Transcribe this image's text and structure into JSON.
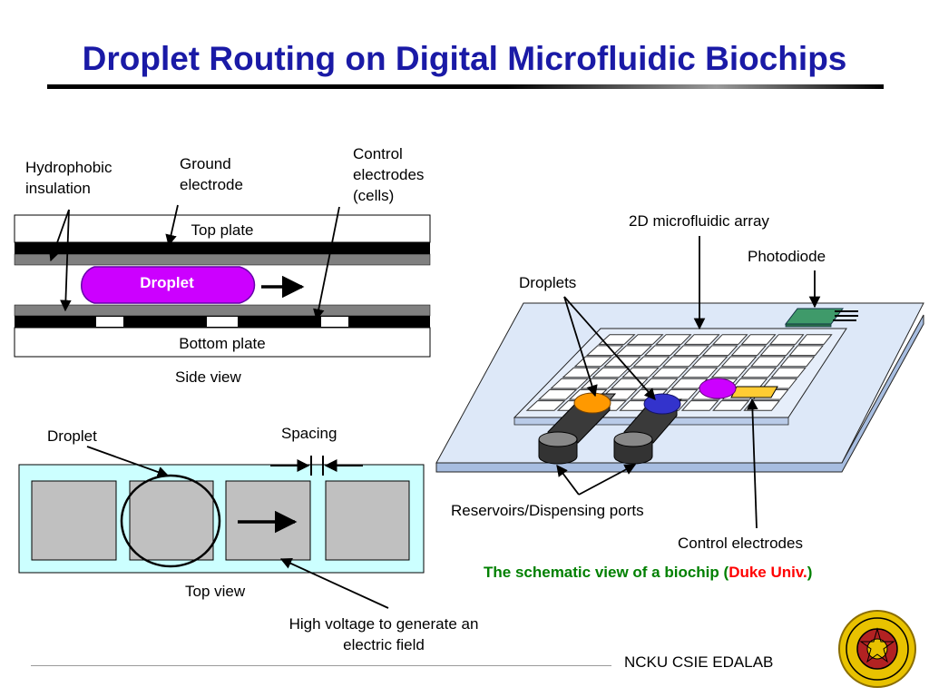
{
  "title": "Droplet Routing on Digital Microfluidic Biochips",
  "side_view": {
    "hydrophobic": "Hydrophobic\ninsulation",
    "ground": "Ground\nelectrode",
    "control": "Control\nelectrodes\n(cells)",
    "top_plate": "Top plate",
    "droplet": "Droplet",
    "bottom_plate": "Bottom plate",
    "caption": "Side view"
  },
  "top_view": {
    "droplet": "Droplet",
    "spacing": "Spacing",
    "caption": "Top view",
    "high_voltage": "High voltage to generate an\nelectric field"
  },
  "biochip": {
    "array": "2D microfluidic array",
    "photodiode": "Photodiode",
    "droplets": "Droplets",
    "reservoirs": "Reservoirs/Dispensing ports",
    "control": "Control electrodes",
    "caption_main": "The schematic view of a biochip (",
    "caption_duke": "Duke Univ.",
    "caption_end": ")"
  },
  "footer": "NCKU CSIE EDALAB",
  "colors": {
    "title": "#1a1aa6",
    "droplet_side": "#cc00ff",
    "top_view_bg": "#ccffff",
    "electrode_gray": "#c0c0c0",
    "chip_blue": "#dde8f8",
    "droplet_orange": "#ff9900",
    "droplet_blue": "#3333cc",
    "droplet_purple": "#cc00ff",
    "caption_green": "#008000",
    "caption_red": "#ff0000"
  }
}
